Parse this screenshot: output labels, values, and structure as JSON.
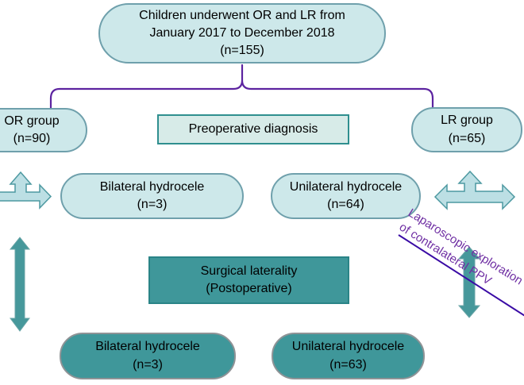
{
  "figure": {
    "boxes": {
      "children_total": {
        "lines": [
          "Children underwent OR and LR from",
          "January 2017 to December 2018",
          "(n=155)"
        ]
      },
      "or_group": {
        "lines": [
          "OR group",
          "(n=90)"
        ]
      },
      "lr_group": {
        "lines": [
          "LR group",
          "(n=65)"
        ]
      },
      "preoperative": {
        "label": "Preoperative diagnosis"
      },
      "bilateral_preop": {
        "lines": [
          "Bilateral hydrocele",
          "(n=3)"
        ]
      },
      "unilateral_preop": {
        "lines": [
          "Unilateral hydrocele",
          "(n=64)"
        ]
      },
      "surgical_laterality": {
        "lines": [
          "Surgical laterality",
          "(Postoperative)"
        ]
      },
      "bilateral_postop": {
        "lines": [
          "Bilateral hydrocele",
          "(n=3)"
        ]
      },
      "unilateral_postop": {
        "lines": [
          "Unilateral hydrocele",
          "(n=63)"
        ]
      }
    },
    "diagonal_note": {
      "lines": [
        "Laparoscopic exploration",
        "of contralateral PPV"
      ]
    },
    "colors": {
      "light_fill": "#cde8ea",
      "light_border": "#6fa0ac",
      "light_rect_fill": "#d7ebe8",
      "light_rect_border": "#2f8f8f",
      "dark_fill": "#3f979a",
      "dark_rect_border": "#2a8487",
      "dark_pill_border": "#8f9396",
      "arrow_light_fill": "#bcdfe4",
      "arrow_light_border": "#4d99a1",
      "arrow_dark_fill": "#46989b",
      "bracket_purple": "#5c23a0",
      "note_purple": "#6f2fa3",
      "line_indigo": "#3a0ba5"
    }
  }
}
